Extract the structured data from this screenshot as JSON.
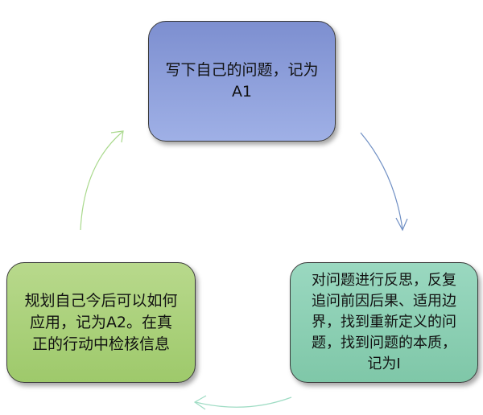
{
  "nodes": {
    "a1": {
      "line1": "写下自己的问题，记为",
      "line2": "A1",
      "color": "#8f9fdc"
    },
    "i": {
      "line1": "对问题进行反思，反复",
      "line2": "追问前因后果、适用边",
      "line3": "界，找到重新定义的问",
      "line4": "题，找到问题的本质，",
      "line5": "记为I",
      "color": "#8fd0b4"
    },
    "a2": {
      "line1": "规划自己今后可以如何",
      "line2": "应用，记为A2。在真",
      "line3": "正的行动中检核信息",
      "color": "#acd17c"
    }
  },
  "arrows": {
    "a1_to_i": {
      "color": "#6f8fc4"
    },
    "i_to_a2": {
      "color": "#9fdcc4"
    },
    "a2_to_a1": {
      "color": "#a9d98c"
    }
  }
}
